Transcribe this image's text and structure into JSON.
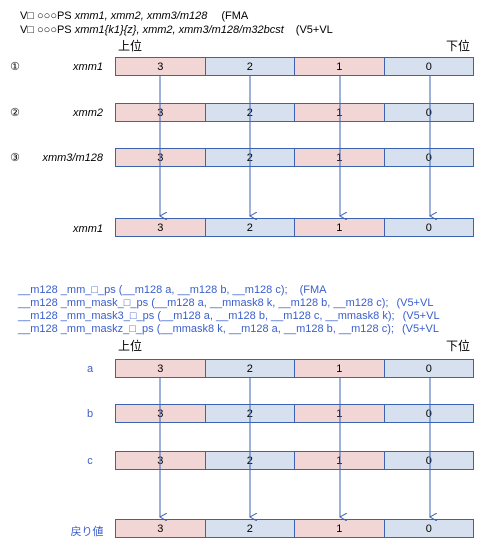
{
  "header": {
    "line1_prefix": "V□ ○○○PS ",
    "line1_args": "xmm1, xmm2, xmm3/m128",
    "line1_tag": "(FMA",
    "line2_prefix": "V□ ○○○PS ",
    "line2_args": "xmm1{k1}{z}, xmm2, xmm3/m128/m32bcst",
    "line2_tag": "(V5+VL"
  },
  "top_diagram": {
    "upper_label": "上位",
    "lower_label": "下位",
    "rows": [
      {
        "marker": "①",
        "label": "xmm1",
        "values": [
          "3",
          "2",
          "1",
          "0"
        ]
      },
      {
        "marker": "②",
        "label": "xmm2",
        "values": [
          "3",
          "2",
          "1",
          "0"
        ]
      },
      {
        "marker": "③",
        "label": "xmm3/m128",
        "values": [
          "3",
          "2",
          "1",
          "0"
        ]
      },
      {
        "marker": "",
        "label": "xmm1",
        "values": [
          "3",
          "2",
          "1",
          "0"
        ]
      }
    ]
  },
  "intrinsics": [
    {
      "text": "__m128 _mm_□_ps (__m128 a, __m128 b, __m128 c);",
      "tag": "(FMA"
    },
    {
      "text": "__m128 _mm_mask_□_ps (__m128 a, __mmask8 k, __m128 b, __m128 c);",
      "tag": "(V5+VL"
    },
    {
      "text": "__m128 _mm_mask3_□_ps (__m128 a, __m128 b, __m128 c, __mmask8 k);",
      "tag": "(V5+VL"
    },
    {
      "text": "__m128 _mm_maskz_□_ps (__mmask8 k, __m128 a, __m128 b, __m128 c);",
      "tag": "(V5+VL"
    }
  ],
  "bottom_diagram": {
    "upper_label": "上位",
    "lower_label": "下位",
    "rows": [
      {
        "label": "a",
        "values": [
          "3",
          "2",
          "1",
          "0"
        ]
      },
      {
        "label": "b",
        "values": [
          "3",
          "2",
          "1",
          "0"
        ]
      },
      {
        "label": "c",
        "values": [
          "3",
          "2",
          "1",
          "0"
        ]
      },
      {
        "label": "戻り値",
        "values": [
          "3",
          "2",
          "1",
          "0"
        ]
      }
    ]
  },
  "colors": {
    "cell_pink": "#f2d6d5",
    "cell_blue": "#d6e0ee",
    "border": "#3c63b1",
    "intrinsic_text": "#3a5fcd"
  }
}
